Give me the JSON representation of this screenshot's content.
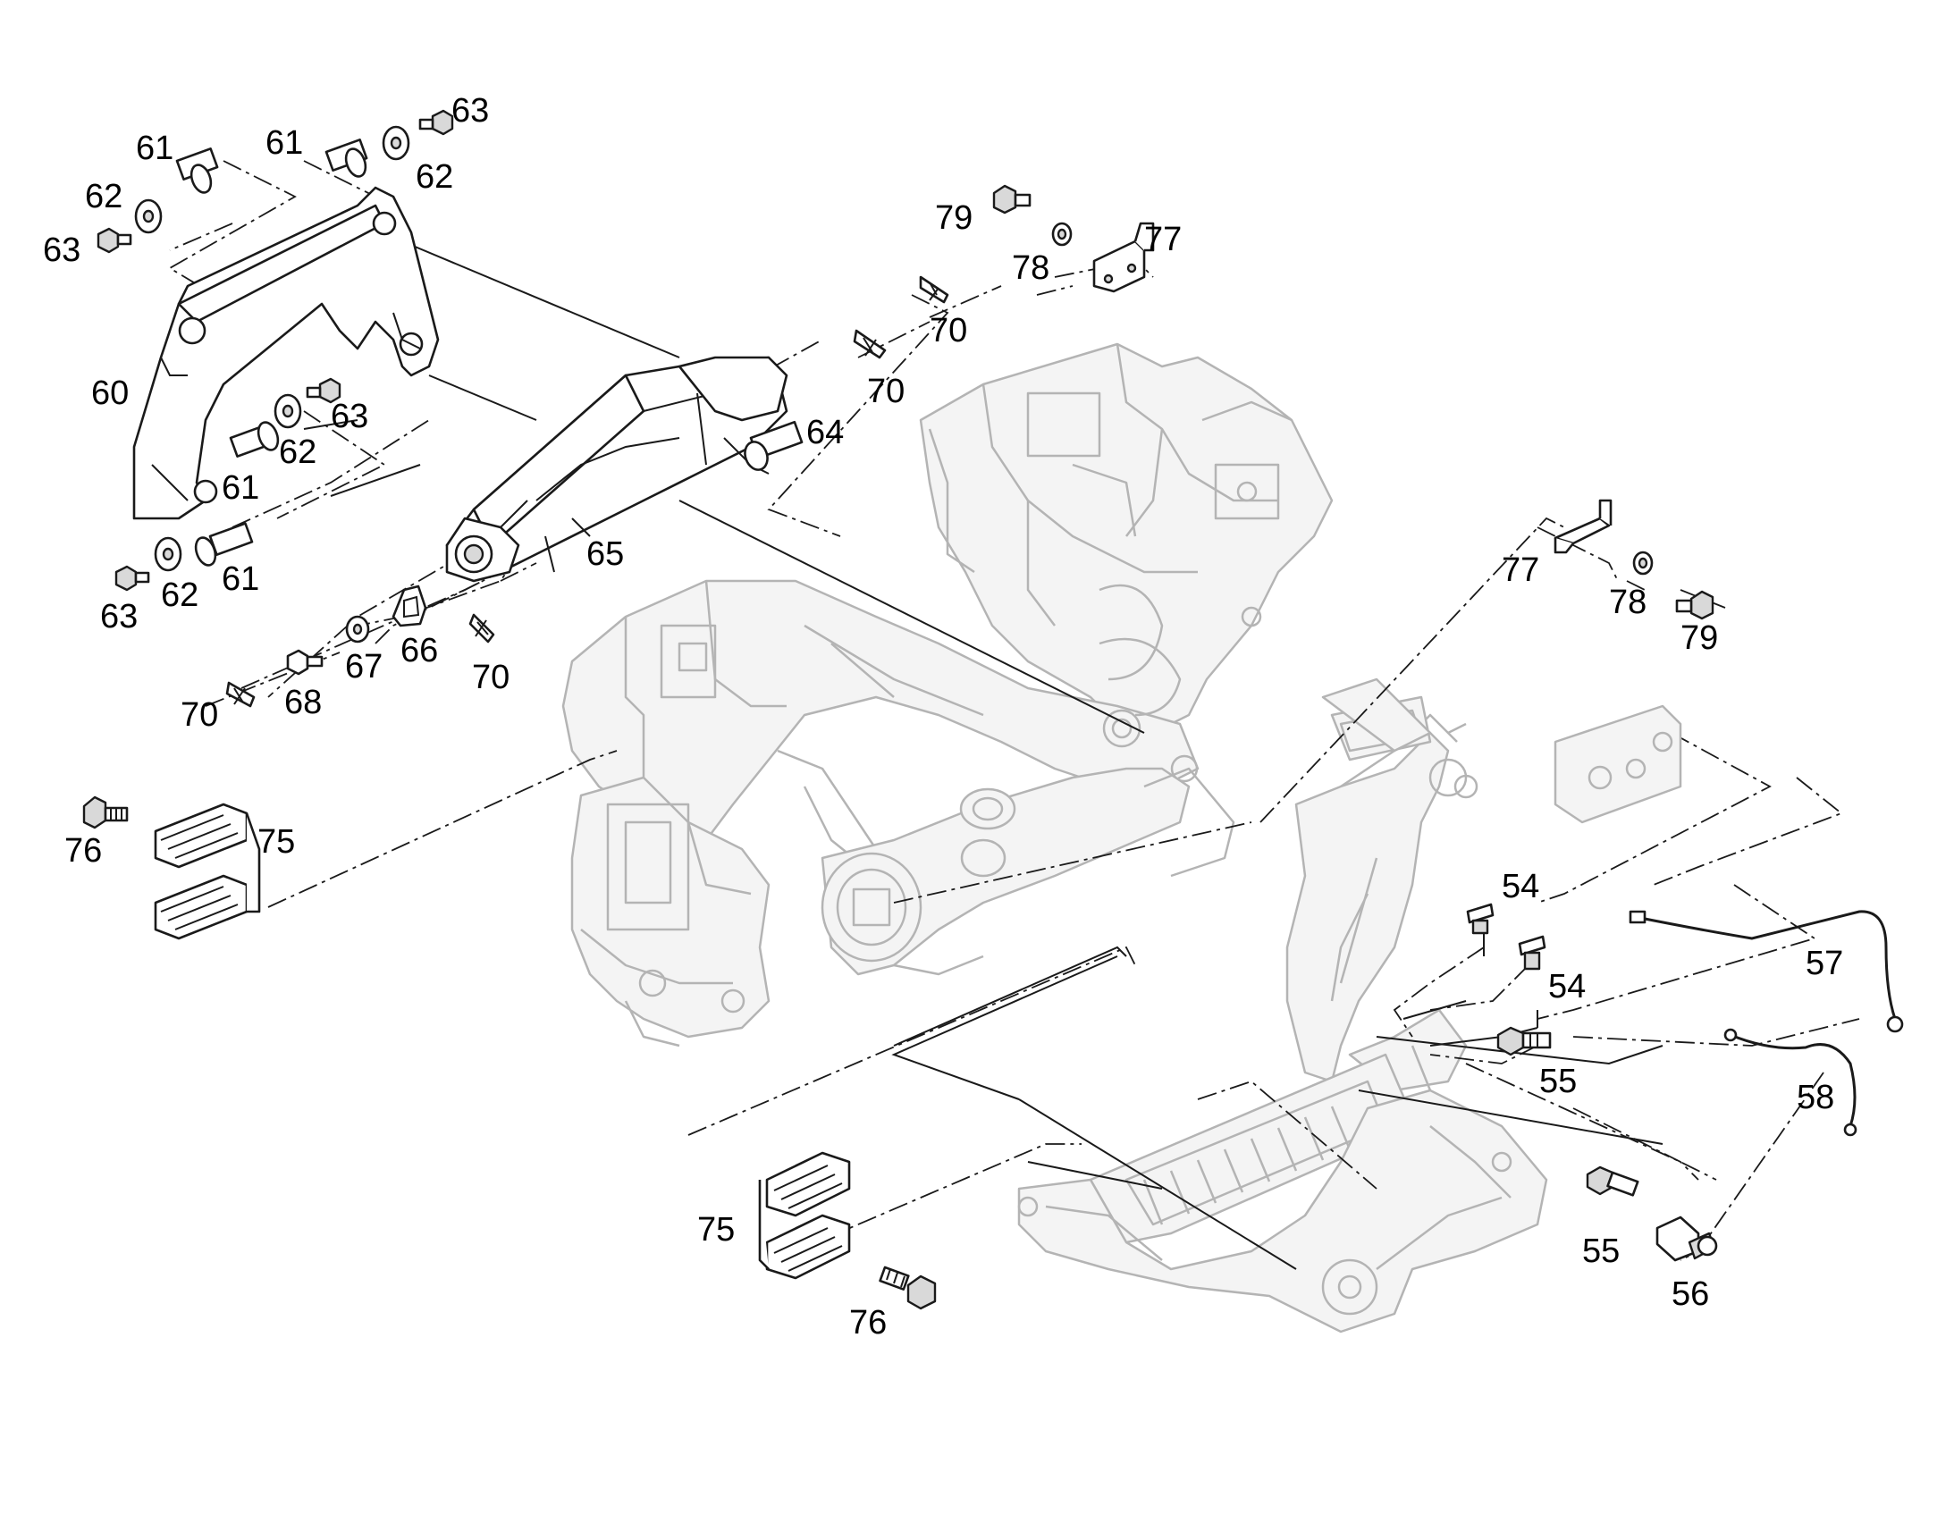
{
  "callouts": {
    "c54a": "54",
    "c54b": "54",
    "c55a": "55",
    "c55b": "55",
    "c56": "56",
    "c57": "57",
    "c58": "58",
    "c60": "60",
    "c61a": "61",
    "c61b": "61",
    "c61c": "61",
    "c61d": "61",
    "c62a": "62",
    "c62b": "62",
    "c62c": "62",
    "c62d": "62",
    "c63a": "63",
    "c63b": "63",
    "c63c": "63",
    "c63d": "63",
    "c64": "64",
    "c65": "65",
    "c66": "66",
    "c67": "67",
    "c68": "68",
    "c70a": "70",
    "c70b": "70",
    "c70c": "70",
    "c70d": "70",
    "c75a": "75",
    "c75b": "75",
    "c76a": "76",
    "c76b": "76",
    "c77a": "77",
    "c77b": "77",
    "c78a": "78",
    "c78b": "78",
    "c79a": "79",
    "c79b": "79"
  }
}
